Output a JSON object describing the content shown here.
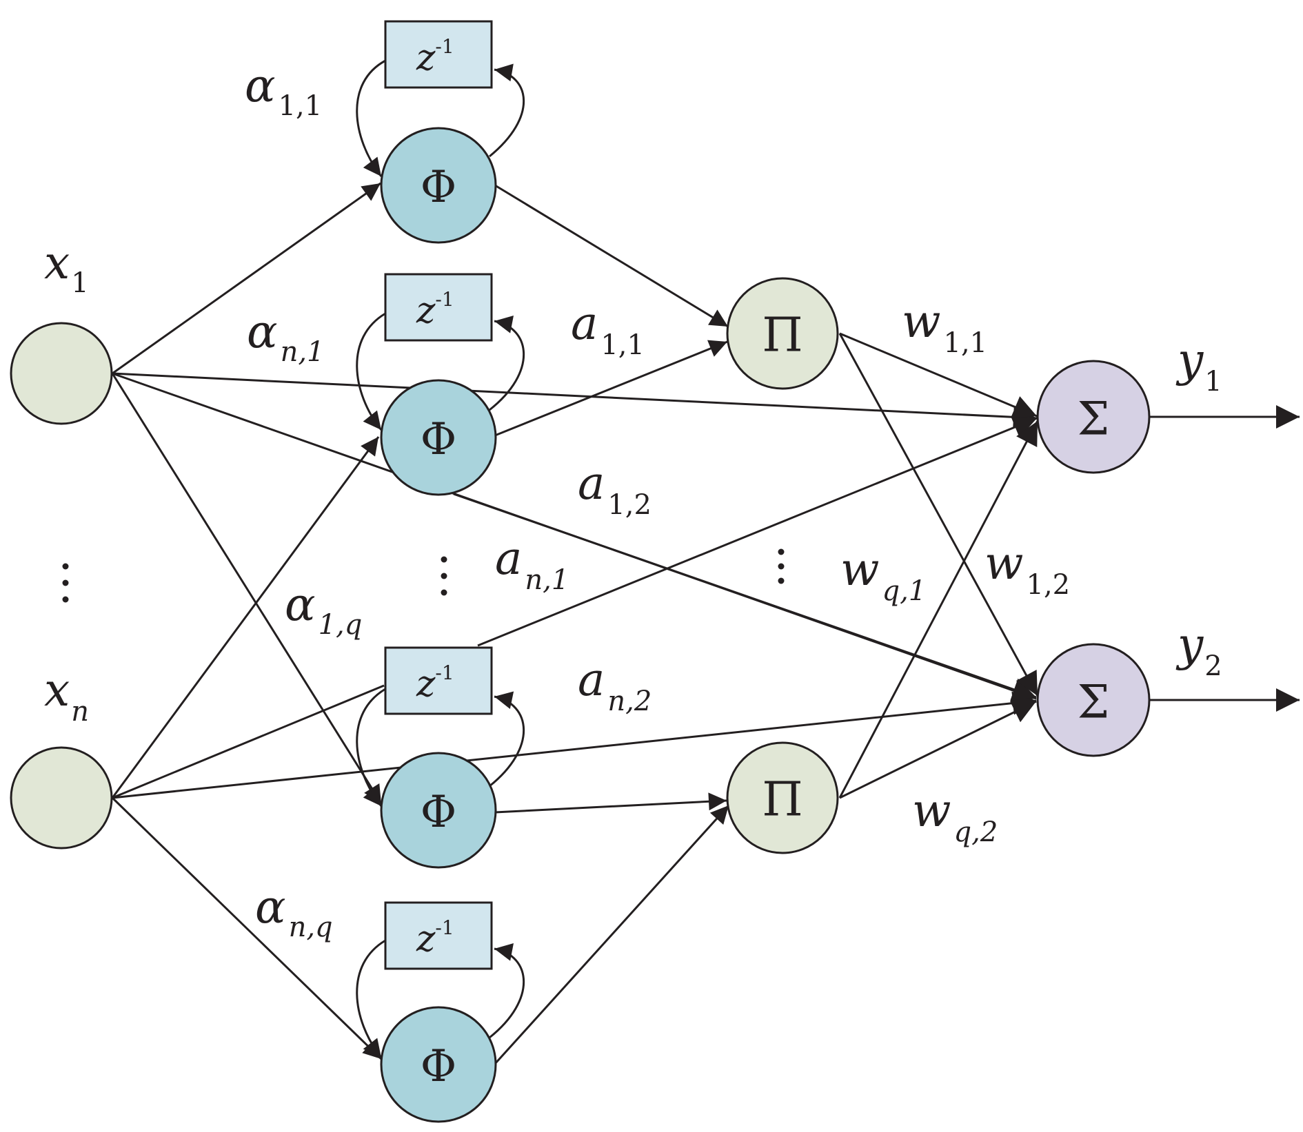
{
  "nodes": {
    "inputs": [
      {
        "symbol": ""
      },
      {
        "symbol": ""
      }
    ],
    "wavelet": [
      {
        "symbol": "Φ"
      },
      {
        "symbol": "Φ"
      },
      {
        "symbol": "Φ"
      },
      {
        "symbol": "Φ"
      }
    ],
    "product": [
      {
        "symbol": "Π"
      },
      {
        "symbol": "Π"
      }
    ],
    "sum": [
      {
        "symbol": "Σ"
      },
      {
        "symbol": "Σ"
      }
    ]
  },
  "delay": {
    "var": "z",
    "exp": "-1"
  },
  "labels": {
    "x1": {
      "main": "x",
      "sub": "1"
    },
    "xn": {
      "main": "x",
      "sub": "n"
    },
    "y1": {
      "main": "y",
      "sub": "1"
    },
    "y2": {
      "main": "y",
      "sub": "2"
    },
    "alpha11": {
      "main": "α",
      "sub": "1,1"
    },
    "alphan1": {
      "main": "α",
      "sub": "n,1"
    },
    "alpha1q": {
      "main": "α",
      "sub": "1,q"
    },
    "alphanq": {
      "main": "α",
      "sub": "n,q"
    },
    "a11": {
      "main": "a",
      "sub": "1,1"
    },
    "a12": {
      "main": "a",
      "sub": "1,2"
    },
    "an1": {
      "main": "a",
      "sub": "n,1"
    },
    "an2": {
      "main": "a",
      "sub": "n,2"
    },
    "w11": {
      "main": "w",
      "sub": "1,1"
    },
    "w12": {
      "main": "w",
      "sub": "1,2"
    },
    "wq1": {
      "main": "w",
      "sub": "q,1"
    },
    "wq2": {
      "main": "w",
      "sub": "q,2"
    }
  }
}
